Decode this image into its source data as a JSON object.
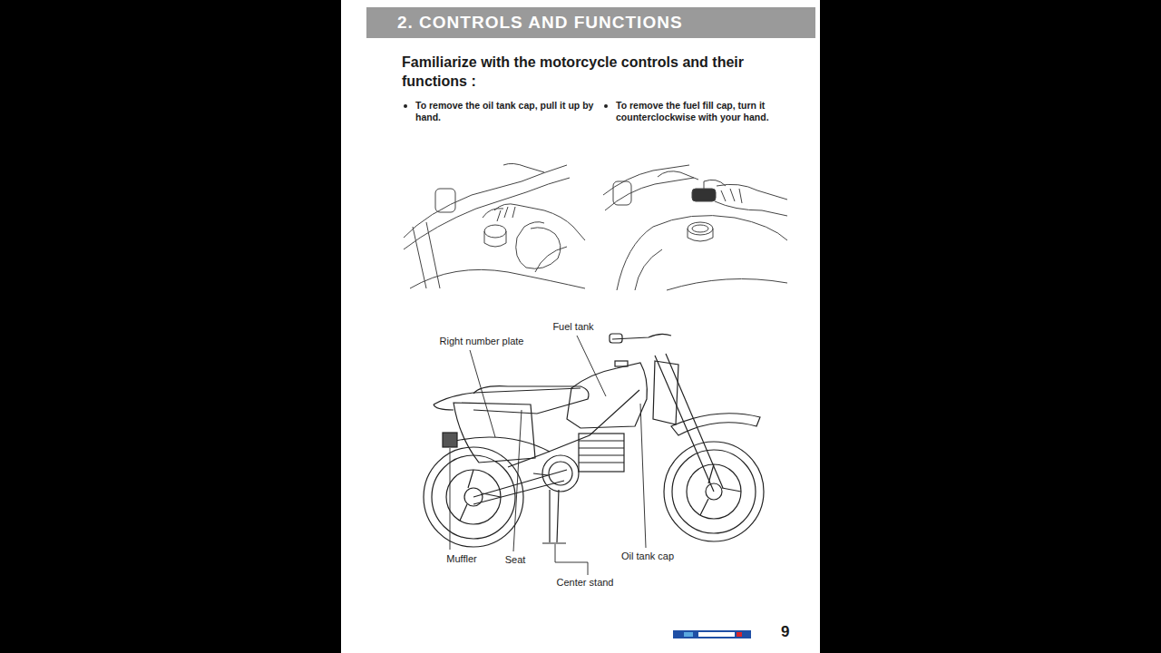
{
  "diagram": {
    "title": "2. CONTROLS AND FUNCTIONS",
    "labels": [
      "Familiarize with the motorcycle controls and their functions :",
      "To remove the oil tank cap, pull it up by hand.",
      "To remove the fuel fill cap, turn it counterclockwise with your hand.",
      "Right number plate",
      "Fuel tank",
      "Muffler",
      "Seat",
      "Center stand",
      "Oil tank cap",
      "9"
    ]
  }
}
